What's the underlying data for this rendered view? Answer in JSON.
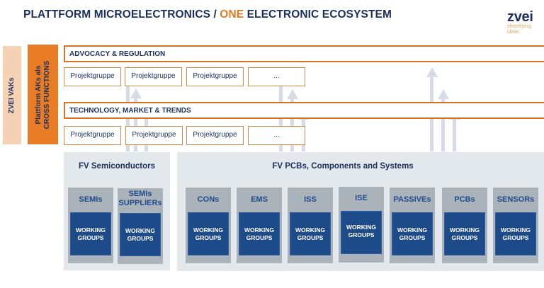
{
  "header": {
    "title_part1": "PLATTFORM MICROELECTRONICS / ",
    "title_accent": "ONE",
    "title_part2": " ELECTRONIC ECOSYSTEM",
    "accent_color": "#e07a22",
    "logo": {
      "word": "zvei",
      "tagline_line1": "electrifying",
      "tagline_line2": "ideas"
    }
  },
  "left_labels": {
    "vaks": "ZVEI VAKs",
    "platform_line1": "Plattform AKs als",
    "platform_line2": "CROSS FUNCTIONS"
  },
  "cross_functions": [
    {
      "title": "ADVOCACY & REGULATION",
      "groups": [
        "Projektgruppe",
        "Projektgruppe",
        "Projektgruppe",
        "..."
      ]
    },
    {
      "title": "TECHNOLOGY, MARKET & TRENDS",
      "groups": [
        "Projektgruppe",
        "Projektgruppe",
        "Projektgruppe",
        "..."
      ]
    }
  ],
  "fv_semiconductors": {
    "title": "FV Semiconductors",
    "units": [
      {
        "label": "SEMIs",
        "wg": [
          "WORKING",
          "GROUPS"
        ]
      },
      {
        "label_line1": "SEMIs",
        "label_line2": "SUPPLIERs",
        "wg": [
          "WORKING",
          "GROUPS"
        ]
      }
    ]
  },
  "fv_pcbs": {
    "title": "FV PCBs, Components and Systems",
    "units": [
      {
        "label": "CONs",
        "wg": [
          "WORKING",
          "GROUPS"
        ]
      },
      {
        "label": "EMS",
        "wg": [
          "WORKING",
          "GROUPS"
        ]
      },
      {
        "label": "ISS",
        "wg": [
          "WORKING",
          "GROUPS"
        ]
      },
      {
        "label": "ISE",
        "wg": [
          "WORKING",
          "GROUPS"
        ]
      },
      {
        "label": "PASSIVEs",
        "wg": [
          "WORKING",
          "GROUPS"
        ]
      },
      {
        "label": "PCBs",
        "wg": [
          "WORKING",
          "GROUPS"
        ]
      },
      {
        "label": "SENSORs",
        "wg": [
          "WORKING",
          "GROUPS"
        ]
      }
    ]
  },
  "colors": {
    "navy": "#1b2f5e",
    "orange": "#e87c24",
    "light_orange": "#f5d2b3",
    "working_group_blue": "#1d4b8a",
    "unit_gray": "#a9b3b9",
    "fv_background": "#e3e8ec"
  }
}
